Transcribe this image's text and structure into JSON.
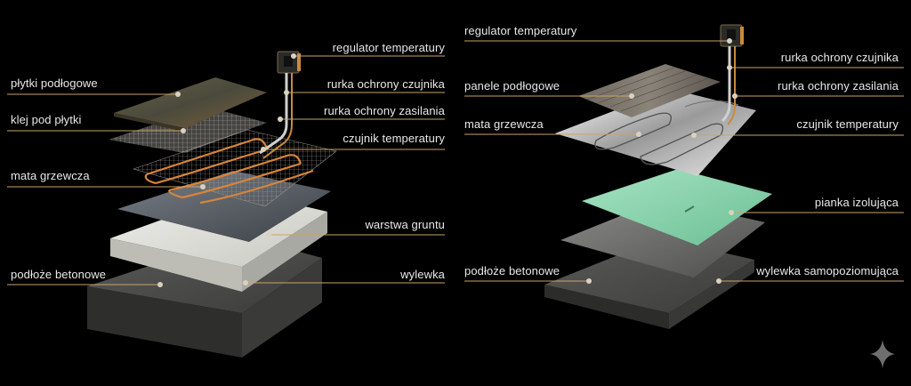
{
  "left_panel": {
    "labels": {
      "regulator": "regulator temperatury",
      "plytki": "płytki podłogowe",
      "rurka_czujnika": "rurka ochrony czujnika",
      "klej": "klej pod płytki",
      "rurka_zasilania": "rurka ochrony zasilania",
      "czujnik": "czujnik temperatury",
      "mata": "mata grzewcza",
      "grunt": "warstwa gruntu",
      "podloze": "podłoże betonowe",
      "wylewka": "wylewka"
    }
  },
  "right_panel": {
    "labels": {
      "regulator": "regulator temperatury",
      "rurka_czujnika": "rurka ochrony czujnika",
      "panele": "panele podłogowe",
      "rurka_zasilania": "rurka ochrony zasilania",
      "mata": "mata grzewcza",
      "czujnik": "czujnik temperatury",
      "pianka": "pianka izolująca",
      "podloze": "podłoże betonowe",
      "wylewka": "wylewka samopoziomująca"
    }
  },
  "colors": {
    "background": "#000000",
    "leader_line": "#c9a467",
    "label_text": "#e8e8e8",
    "heating_wire": "#d8843a",
    "insulation_foam": "#8fd3b0"
  },
  "icons": {
    "watermark": "sparkle-icon"
  }
}
